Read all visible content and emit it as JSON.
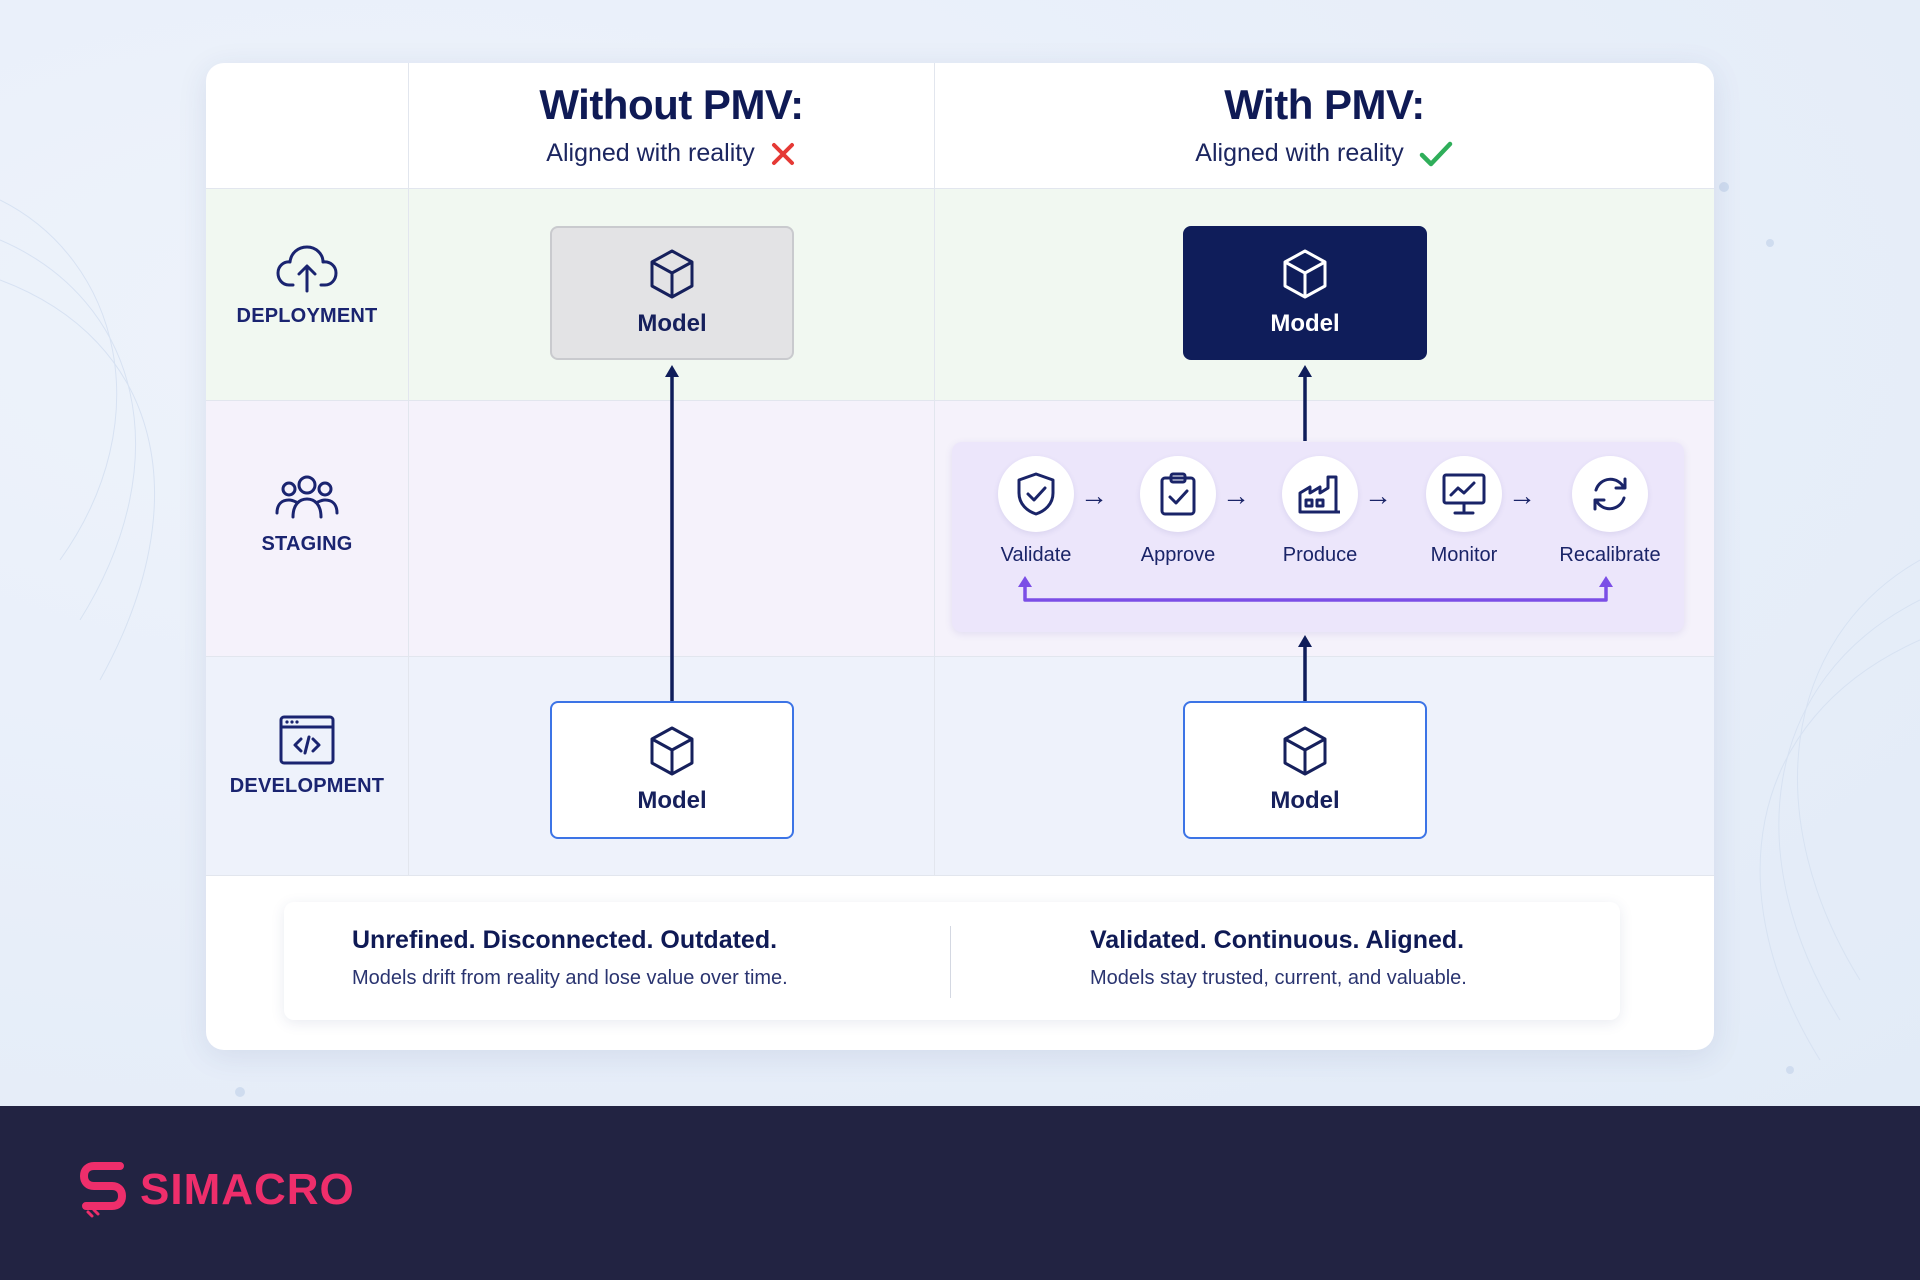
{
  "columns": {
    "without": {
      "title": "Without PMV:",
      "subtitle": "Aligned with reality",
      "status_icon": "cross-icon",
      "status_color": "#e53935"
    },
    "with": {
      "title": "With PMV:",
      "subtitle": "Aligned with reality",
      "status_icon": "check-icon",
      "status_color": "#2fae5a"
    }
  },
  "rows": [
    {
      "label": "DEPLOYMENT",
      "icon": "cloud-upload-icon"
    },
    {
      "label": "STAGING",
      "icon": "users-group-icon"
    },
    {
      "label": "DEVELOPMENT",
      "icon": "code-window-icon"
    }
  ],
  "models": {
    "without_deployment": "Model",
    "without_development": "Model",
    "with_deployment": "Model",
    "with_development": "Model"
  },
  "pipeline": {
    "steps": [
      {
        "label": "Validate",
        "icon": "shield-check-icon"
      },
      {
        "label": "Approve",
        "icon": "clipboard-check-icon"
      },
      {
        "label": "Produce",
        "icon": "factory-icon"
      },
      {
        "label": "Monitor",
        "icon": "monitor-chart-icon"
      },
      {
        "label": "Recalibrate",
        "icon": "refresh-icon"
      }
    ],
    "arrow_glyph": "→",
    "loop_color": "#7b4ee6"
  },
  "summary": {
    "without": {
      "heading": "Unrefined. Disconnected. Outdated.",
      "text": "Models drift from reality and lose value over time."
    },
    "with": {
      "heading": "Validated. Continuous. Aligned.",
      "text": "Models stay trusted, current, and valuable."
    }
  },
  "brand": {
    "name": "SIMACRO",
    "color": "#ee2e6b"
  },
  "colors": {
    "navy": "#0f1d5a",
    "accent_blue": "#3c74e6",
    "footer": "#222342"
  }
}
